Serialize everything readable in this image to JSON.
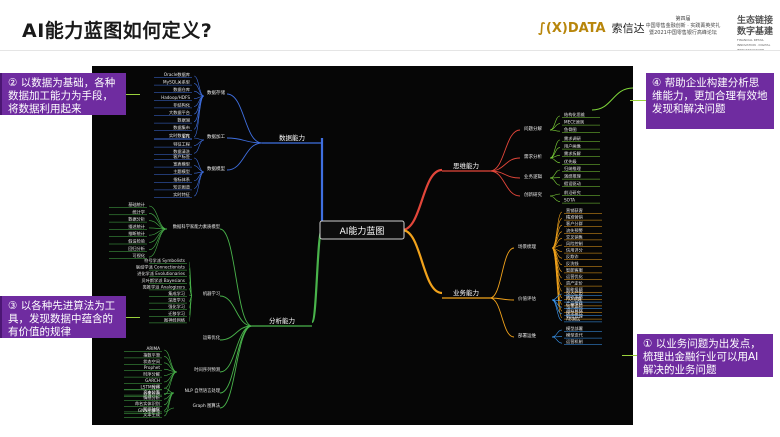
{
  "header": {
    "title": "AI能力蓝图如何定义?",
    "logo_mark": "∫(X)DATA",
    "logo_cn": "索信达",
    "event_lines": [
      "第四届",
      "中国零售金融创新 · 实践菁英奖礼",
      "暨2021中国零售银行高峰论坛"
    ],
    "side_line1": "生态链接",
    "side_line2": "数字基建",
    "side_small": "FINANCIAL RETAIL INNOVATION · DIGITAL INFRASTRUCTURE"
  },
  "notes": {
    "note1": "② 以数据为基础，各种数据加工能力为手段，将数据利用起来",
    "note2": "③ 以各种先进算法为工具，发现数据中蕴含的有价值的规律",
    "note3": "④ 帮助企业构建分析思维能力，更加合理有效地发现和解决问题",
    "note4": "① 以业务问题为出发点，梳理出金融行业可以用AI解决的业务问题"
  },
  "mindmap": {
    "center": "AI能力蓝图",
    "branches": {
      "data": "数据能力",
      "analysis": "分析能力",
      "thinking": "思维能力",
      "business": "业务能力"
    },
    "data_nodes": {
      "storage": "数据存储",
      "processing": "数据加工",
      "models": "数据模型",
      "storage_items": [
        "Oracle数据库",
        "MySQL关系型",
        "数据仓库",
        "Hadoop/HDFS",
        "非结构化",
        "大数据平台",
        "数据湖",
        "数据集市",
        "实时数据库"
      ],
      "processing_items": [
        "ETL",
        "特征工程",
        "数据清洗"
      ],
      "model_items": [
        "客户标签",
        "宽表模型",
        "主题模型",
        "指标体系",
        "知识图谱",
        "实时特征"
      ]
    },
    "analysis_nodes": {
      "stats": "数据科学家能力素质模型",
      "ml": "机器学习",
      "opt": "运筹优化",
      "ts": "时间序列预测",
      "nlp": "NLP 自然语言处理",
      "graph": "Graph 图算法",
      "stats_items": [
        "基础统计",
        "统计学",
        "数据分析",
        "描述统计",
        "推断统计",
        "假设检验",
        "回归分析",
        "可视化"
      ],
      "ml_items": [
        "符号学派 Symbolists",
        "联结学派 Connectionists",
        "进化学派 Evolutionaries",
        "贝叶斯学派 Bayesians",
        "类推学派 Analogizers",
        "集成学习",
        "深度学习",
        "强化学习",
        "迁移学习",
        "图神经网络"
      ],
      "ts_items": [
        "ARIMA",
        "指数平滑",
        "状态空间",
        "Prophet",
        "时序分解",
        "GARCH",
        "LSTM时序",
        "异常检测"
      ],
      "nlp_items": [
        "分词",
        "文本分类",
        "情感分析",
        "命名实体识别",
        "知识抽取",
        "文本生成"
      ],
      "graph_items": [
        "GNN图算法"
      ]
    },
    "thinking_nodes": {
      "problem": "问题分解",
      "needs": "需求分析",
      "logic": "业务逻辑",
      "innovate": "创新研究",
      "problem_items": [
        "结构化思维",
        "MECE原则",
        "鱼骨图"
      ],
      "needs_items": [
        "需求调研",
        "用户画像",
        "需求拆解",
        "优先级"
      ],
      "logic_items": [
        "归纳推理",
        "演绎推理",
        "假设驱动"
      ],
      "innovate_items": [
        "前沿研究",
        "SOTA"
      ]
    },
    "business_nodes": {
      "scene": "场景梳理",
      "value": "价值评估",
      "deploy": "部署运维",
      "scene_items": [
        "营销获客",
        "精准营销",
        "客户分群",
        "流失预警",
        "交叉销售",
        "风险控制",
        "信用评分",
        "反欺诈",
        "反洗钱",
        "智能客服",
        "运营优化",
        "资产定价",
        "智能投顾",
        "催收策略",
        "产品推荐",
        "贷后管理",
        "额度管理"
      ],
      "value_items": [
        "投入产出",
        "ROI测算",
        "效果追踪",
        "模型监控",
        "AB测试"
      ],
      "deploy_items": [
        "模型部署",
        "模型迭代",
        "运营机制"
      ]
    }
  }
}
